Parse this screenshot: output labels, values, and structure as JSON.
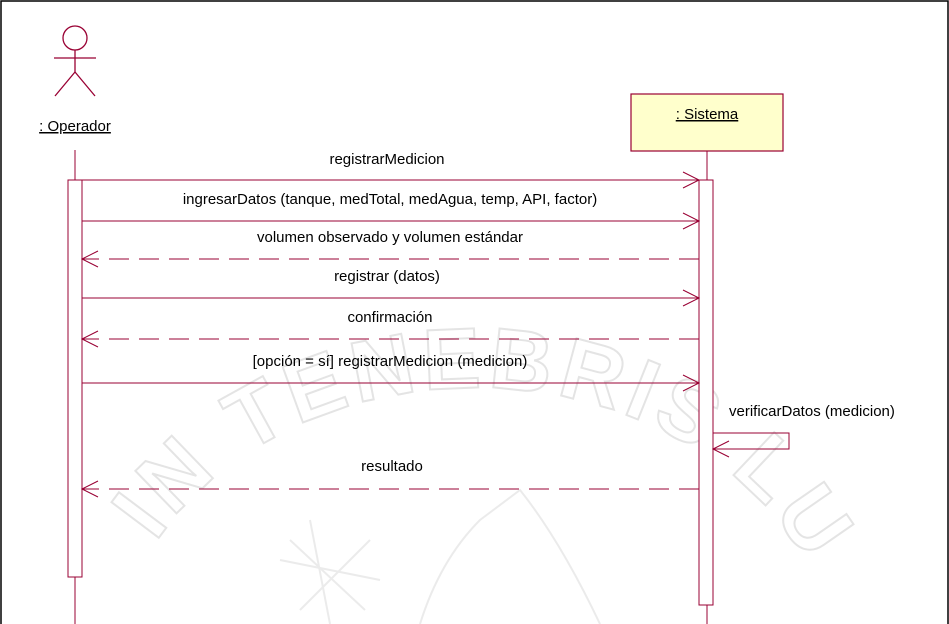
{
  "diagram": {
    "type": "uml-sequence",
    "colors": {
      "line": "#990033",
      "object_fill": "#ffffcc",
      "frame": "#000000",
      "watermark": "#d8d8d8"
    },
    "actor": {
      "label": ": Operador",
      "icon": "stick-figure-actor-icon"
    },
    "object": {
      "label": ": Sistema"
    },
    "messages": [
      {
        "label": "registrarMedicion",
        "kind": "sync",
        "direction": "to-system"
      },
      {
        "label": "ingresarDatos (tanque, medTotal, medAgua, temp, API, factor)",
        "kind": "sync",
        "direction": "to-system"
      },
      {
        "label": "volumen observado y volumen estándar",
        "kind": "return",
        "direction": "to-actor"
      },
      {
        "label": "registrar (datos)",
        "kind": "sync",
        "direction": "to-system"
      },
      {
        "label": "confirmación",
        "kind": "return",
        "direction": "to-actor"
      },
      {
        "label": "[opción = sí] registrarMedicion (medicion)",
        "kind": "sync",
        "direction": "to-system"
      },
      {
        "label": "verificarDatos (medicion)",
        "kind": "self",
        "direction": "self"
      },
      {
        "label": "resultado",
        "kind": "return",
        "direction": "to-actor"
      }
    ],
    "watermark": {
      "text": "LUX IN TENEBRIS LUCET",
      "icon": "university-seal-watermark-icon"
    }
  }
}
